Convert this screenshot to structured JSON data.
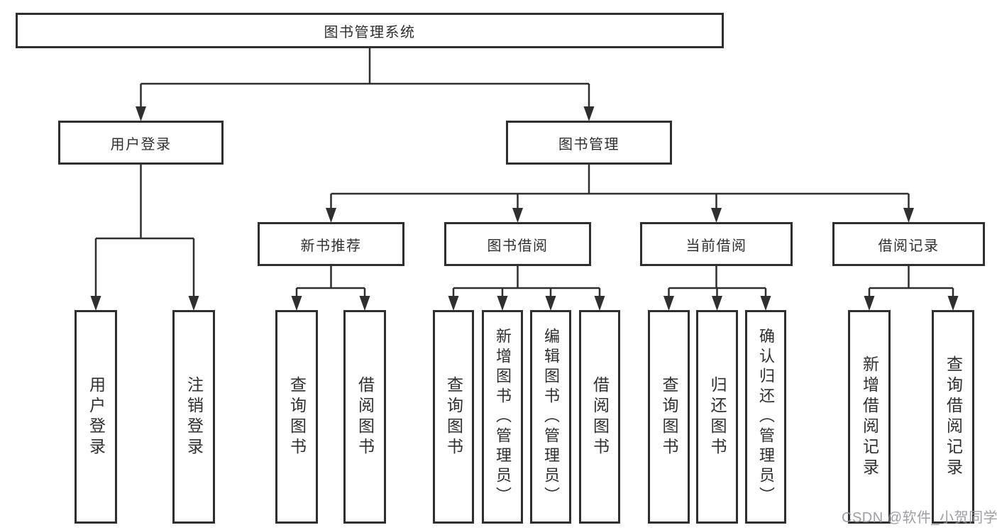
{
  "diagram": {
    "type": "hierarchy-tree",
    "tree": {
      "root": {
        "label": "图书管理系统"
      },
      "user_login": {
        "label": "用户登录",
        "children": [
          "用户登录",
          "注销登录"
        ]
      },
      "book_mgmt": {
        "label": "图书管理",
        "sections": {
          "new_books": {
            "label": "新书推荐",
            "children": [
              "查询图书",
              "借阅图书"
            ]
          },
          "book_borrow": {
            "label": "图书借阅",
            "children": [
              "查询图书",
              "新增图书（管理员）",
              "编辑图书（管理员）",
              "借阅图书"
            ]
          },
          "current_borrow": {
            "label": "当前借阅",
            "children": [
              "查询图书",
              "归还图书",
              "确认归还（管理员）"
            ]
          },
          "borrow_records": {
            "label": "借阅记录",
            "children": [
              "新增借阅记录",
              "查询借阅记录"
            ]
          }
        }
      }
    },
    "watermark": "CSDN @软件_小贺同学",
    "colors": {
      "line": "#2f2f2f",
      "text": "#2f2f2f",
      "box_background": "#ffffff",
      "page_background": "#ffffff",
      "watermark": "#9696a0"
    }
  }
}
